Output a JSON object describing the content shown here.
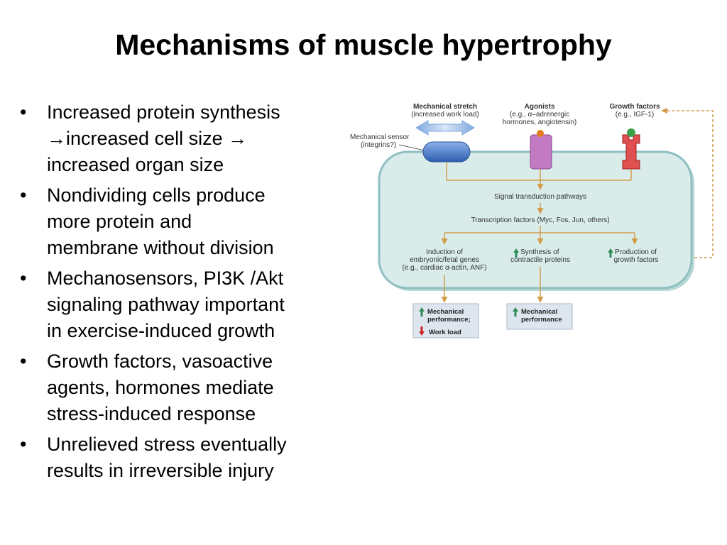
{
  "title": "Mechanisms of muscle hypertrophy",
  "bullets": [
    {
      "lines": [
        "Increased protein synthesis",
        "→increased cell size →",
        "increased organ size"
      ]
    },
    {
      "lines": [
        "Nondividing cells produce",
        "more protein and",
        "membrane without division"
      ]
    },
    {
      "lines": [
        "Mechanosensors, PI3K /Akt",
        "signaling pathway important",
        "in exercise-induced growth"
      ]
    },
    {
      "lines": [
        "Growth factors, vasoactive",
        "agents, hormones mediate",
        "stress-induced response"
      ]
    },
    {
      "lines": [
        "Unrelieved stress eventually",
        "results in irreversible injury"
      ]
    }
  ],
  "figure": {
    "mechanical_stretch": {
      "title": "Mechanical stretch",
      "sub": "(increased work load)"
    },
    "agonists": {
      "title": "Agonists",
      "sub1": "(e.g., α–adrenergic",
      "sub2": "hormones, angiotensin)"
    },
    "growth_factors": {
      "title": "Growth factors",
      "sub": "(e.g., IGF-1)"
    },
    "sensor": {
      "line1": "Mechanical sensor",
      "line2": "(integrins?)"
    },
    "signal": "Signal transduction pathways",
    "transcription": "Transcription factors (Myc, Fos, Jun, others)",
    "induction": {
      "line1": "Induction of",
      "line2": "embryonic/fetal genes",
      "line3": "(e.g., cardiac α-actin, ANF)"
    },
    "synthesis": {
      "line1": "Synthesis of",
      "line2": "contractile proteins"
    },
    "production": {
      "line1": "Production of",
      "line2": "growth factors"
    },
    "box1": {
      "line1": "Mechanical",
      "line2": "performance;",
      "line3": "Work load"
    },
    "box2": {
      "line1": "Mechanical",
      "line2": "performance"
    },
    "colors": {
      "cell_fill": "#d9ecea",
      "cell_border": "#8fbfc0",
      "arrow_gold": "#d29c4a",
      "up_green": "#2e8b57",
      "down_red": "#cc2222",
      "stretch_blue": "#7fa8e0"
    }
  }
}
